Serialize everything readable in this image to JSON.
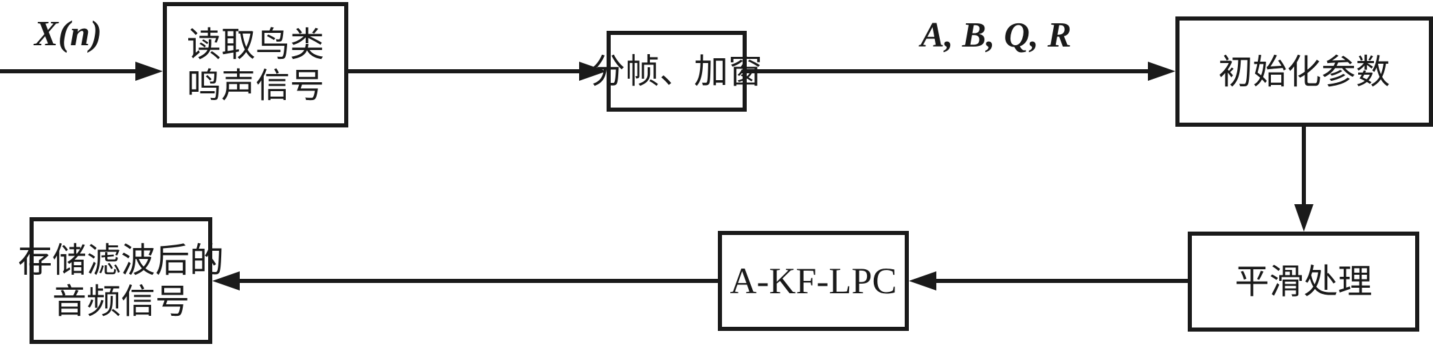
{
  "diagram": {
    "type": "flowchart",
    "input_label": "X(n)",
    "params_label": "A, B, Q, R",
    "nodes": [
      {
        "id": "read",
        "lines": [
          "读取鸟类",
          "鸣声信号"
        ]
      },
      {
        "id": "frame",
        "lines": [
          "分帧、加窗"
        ]
      },
      {
        "id": "init",
        "lines": [
          "初始化参数"
        ]
      },
      {
        "id": "smooth",
        "lines": [
          "平滑处理"
        ]
      },
      {
        "id": "akflpc",
        "lines": [
          "A-KF-LPC"
        ]
      },
      {
        "id": "store",
        "lines": [
          "存储滤波后的",
          "音频信号"
        ]
      }
    ],
    "edges": [
      {
        "from": "input",
        "to": "read",
        "label": "X(n)"
      },
      {
        "from": "read",
        "to": "frame",
        "label": ""
      },
      {
        "from": "frame",
        "to": "init",
        "label": "A, B, Q, R"
      },
      {
        "from": "init",
        "to": "smooth",
        "label": ""
      },
      {
        "from": "smooth",
        "to": "akflpc",
        "label": ""
      },
      {
        "from": "akflpc",
        "to": "store",
        "label": ""
      }
    ]
  }
}
